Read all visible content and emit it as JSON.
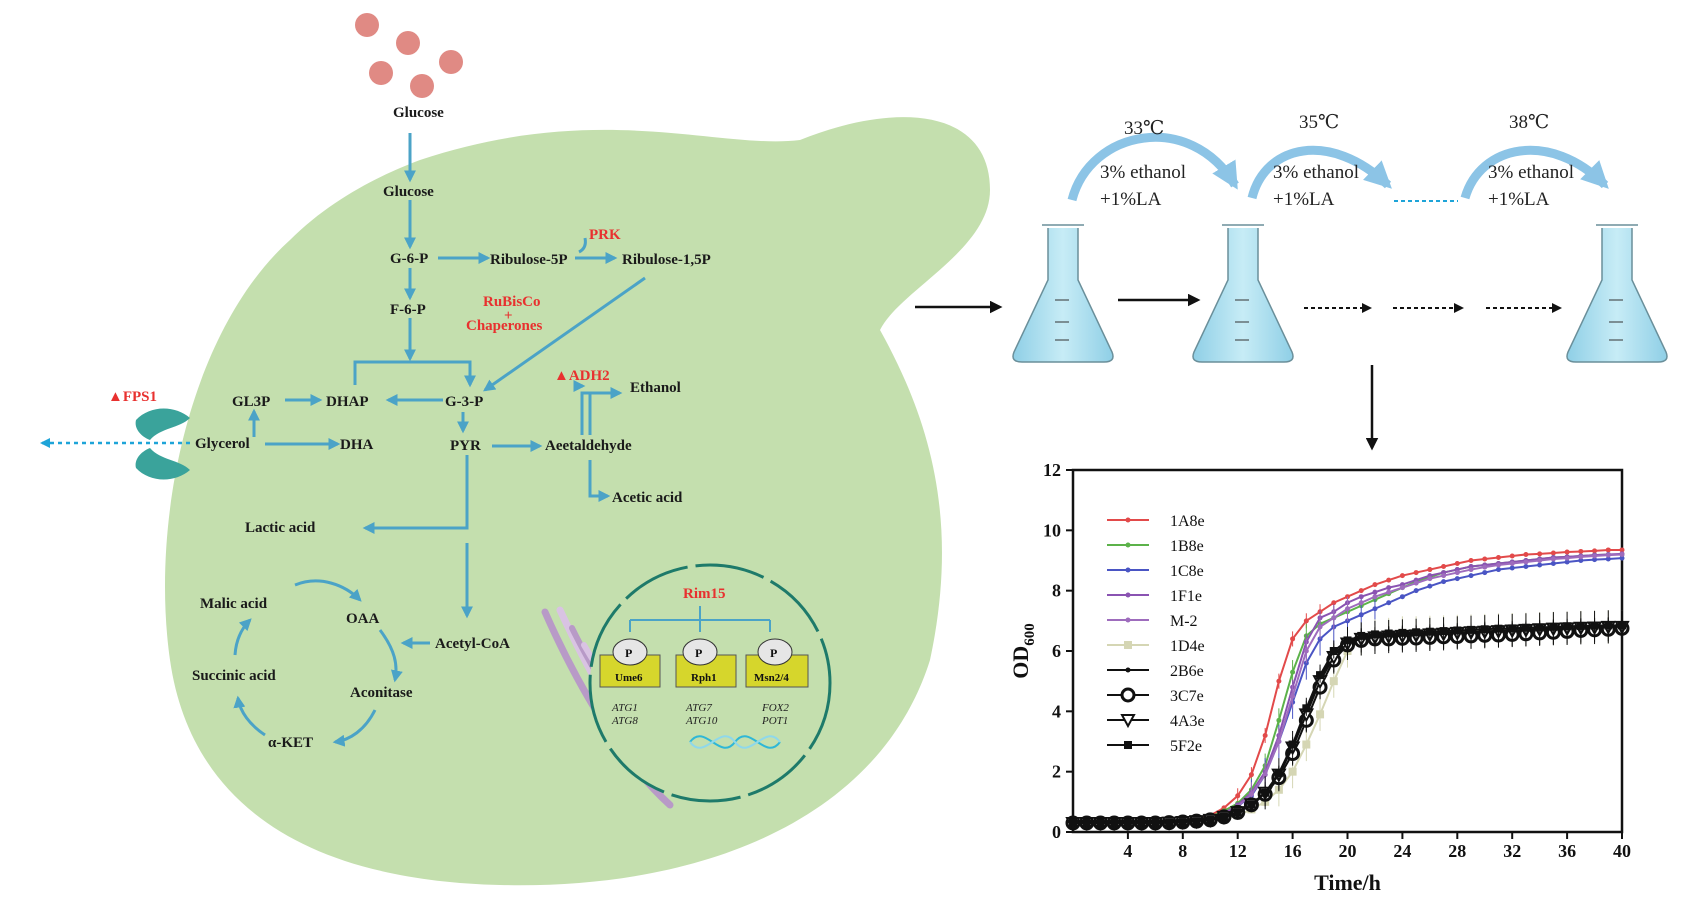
{
  "metabolism": {
    "glucose_outside": "Glucose",
    "glucose": "Glucose",
    "g6p": "G-6-P",
    "ribulose5p": "Ribulose-5P",
    "ribulose15p": "Ribulose-1,5P",
    "f6p": "F-6-P",
    "prk": "PRK",
    "rubisco": "RuBisCo",
    "plus": "+",
    "chaperones": "Chaperones",
    "fps1": "▲FPS1",
    "gl3p": "GL3P",
    "dhap": "DHAP",
    "g3p": "G-3-P",
    "adh2": "▲ADH2",
    "ethanol": "Ethanol",
    "glycerol": "Glycerol",
    "dha": "DHA",
    "pyr": "PYR",
    "acetaldehyde": "Aeetaldehyde",
    "acetic_acid": "Acetic acid",
    "lactic_acid": "Lactic acid",
    "malic_acid": "Malic acid",
    "oaa": "OAA",
    "acetyl_coa": "Acetyl-CoA",
    "succinic_acid": "Succinic acid",
    "aconitase": "Aconitase",
    "a_ket": "α-KET"
  },
  "nucleus": {
    "rim15": "Rim15",
    "p": "P",
    "tfs": [
      "Ume6",
      "Rph1",
      "Msn2/4"
    ],
    "genes": [
      [
        "ATG1",
        "ATG8"
      ],
      [
        "ATG7",
        "ATG10"
      ],
      [
        "FOX2",
        "POT1"
      ]
    ]
  },
  "evolution": {
    "steps": [
      {
        "temp": "33℃",
        "cond1": "3% ethanol",
        "cond2": "+1%LA"
      },
      {
        "temp": "35℃",
        "cond1": "3% ethanol",
        "cond2": "+1%LA"
      },
      {
        "temp": "38℃",
        "cond1": "3% ethanol",
        "cond2": "+1%LA"
      }
    ]
  },
  "colors": {
    "cell": "#c4dfae",
    "flow": "#4ba3c7",
    "red": "#e8312f",
    "flask": "#a9dbec",
    "curved_arrow": "#8cc4e6"
  },
  "chart_data": {
    "type": "line",
    "xlabel": "Time/h",
    "ylabel": "OD600",
    "xlim": [
      0,
      40
    ],
    "ylim": [
      0,
      12
    ],
    "xticks": [
      4,
      8,
      12,
      16,
      20,
      24,
      28,
      32,
      36,
      40
    ],
    "yticks": [
      0,
      2,
      4,
      6,
      8,
      10,
      12
    ],
    "legend_position": "top-left",
    "x": [
      0,
      1,
      2,
      3,
      4,
      5,
      6,
      7,
      8,
      9,
      10,
      11,
      12,
      13,
      14,
      15,
      16,
      17,
      18,
      19,
      20,
      21,
      22,
      23,
      24,
      25,
      26,
      27,
      28,
      29,
      30,
      31,
      32,
      33,
      34,
      35,
      36,
      37,
      38,
      39,
      40
    ],
    "series": [
      {
        "name": "1A8e",
        "color": "#e24a4a",
        "marker": "dot",
        "values": [
          0.3,
          0.3,
          0.3,
          0.3,
          0.3,
          0.3,
          0.3,
          0.35,
          0.4,
          0.45,
          0.55,
          0.8,
          1.2,
          1.9,
          3.2,
          5.0,
          6.4,
          7.0,
          7.3,
          7.6,
          7.8,
          8.0,
          8.2,
          8.35,
          8.5,
          8.6,
          8.7,
          8.8,
          8.9,
          9.0,
          9.05,
          9.1,
          9.15,
          9.2,
          9.22,
          9.25,
          9.28,
          9.3,
          9.32,
          9.35,
          9.35
        ]
      },
      {
        "name": "1B8e",
        "color": "#5cb24a",
        "marker": "dot",
        "values": [
          0.3,
          0.3,
          0.3,
          0.3,
          0.3,
          0.3,
          0.3,
          0.33,
          0.37,
          0.42,
          0.5,
          0.7,
          0.95,
          1.4,
          2.2,
          3.7,
          5.3,
          6.5,
          6.9,
          7.1,
          7.3,
          7.5,
          7.7,
          7.9,
          8.1,
          8.3,
          8.45,
          8.6,
          8.7,
          8.8,
          8.85,
          8.9,
          8.95,
          9.0,
          9.05,
          9.1,
          9.12,
          9.15,
          9.18,
          9.2,
          9.2
        ]
      },
      {
        "name": "1C8e",
        "color": "#4a55c4",
        "marker": "dot",
        "values": [
          0.3,
          0.3,
          0.3,
          0.3,
          0.3,
          0.3,
          0.3,
          0.32,
          0.35,
          0.4,
          0.45,
          0.6,
          0.85,
          1.2,
          1.9,
          3.0,
          4.3,
          5.6,
          6.4,
          6.8,
          7.0,
          7.2,
          7.4,
          7.6,
          7.8,
          8.0,
          8.15,
          8.3,
          8.4,
          8.5,
          8.6,
          8.7,
          8.75,
          8.8,
          8.85,
          8.9,
          8.95,
          9.0,
          9.03,
          9.05,
          9.08
        ]
      },
      {
        "name": "1F1e",
        "color": "#8a53b2",
        "marker": "dot",
        "values": [
          0.3,
          0.3,
          0.3,
          0.3,
          0.3,
          0.3,
          0.3,
          0.32,
          0.35,
          0.4,
          0.47,
          0.62,
          0.9,
          1.3,
          2.0,
          3.2,
          4.8,
          6.3,
          7.1,
          7.3,
          7.6,
          7.8,
          7.95,
          8.1,
          8.2,
          8.35,
          8.5,
          8.6,
          8.7,
          8.8,
          8.85,
          8.9,
          8.95,
          9.0,
          9.05,
          9.1,
          9.12,
          9.15,
          9.18,
          9.2,
          9.22
        ]
      },
      {
        "name": "M-2",
        "color": "#9e6cbd",
        "marker": "dot",
        "values": [
          0.3,
          0.3,
          0.3,
          0.3,
          0.3,
          0.3,
          0.3,
          0.32,
          0.35,
          0.4,
          0.46,
          0.6,
          0.85,
          1.25,
          1.9,
          3.0,
          4.5,
          6.0,
          6.8,
          7.1,
          7.4,
          7.6,
          7.8,
          7.95,
          8.1,
          8.25,
          8.4,
          8.5,
          8.6,
          8.7,
          8.78,
          8.85,
          8.9,
          8.95,
          9.0,
          9.05,
          9.08,
          9.12,
          9.15,
          9.18,
          9.2
        ]
      },
      {
        "name": "1D4e",
        "color": "#d5d6b4",
        "marker": "square",
        "values": [
          0.3,
          0.3,
          0.3,
          0.3,
          0.3,
          0.3,
          0.3,
          0.3,
          0.32,
          0.34,
          0.38,
          0.45,
          0.55,
          0.75,
          1.0,
          1.4,
          2.0,
          2.9,
          3.9,
          5.0,
          6.0,
          6.4,
          6.5,
          6.55,
          6.6,
          6.6,
          6.62,
          6.63,
          6.65,
          6.66,
          6.68,
          6.7,
          6.71,
          6.72,
          6.74,
          6.75,
          6.76,
          6.78,
          6.79,
          6.8,
          6.8
        ]
      },
      {
        "name": "2B6e",
        "color": "#111111",
        "marker": "dot",
        "values": [
          0.3,
          0.3,
          0.3,
          0.3,
          0.3,
          0.3,
          0.3,
          0.31,
          0.33,
          0.36,
          0.4,
          0.5,
          0.65,
          0.9,
          1.3,
          1.9,
          2.8,
          4.0,
          5.1,
          5.9,
          6.3,
          6.45,
          6.5,
          6.52,
          6.55,
          6.56,
          6.58,
          6.6,
          6.62,
          6.63,
          6.65,
          6.67,
          6.68,
          6.7,
          6.71,
          6.72,
          6.74,
          6.75,
          6.77,
          6.78,
          6.8
        ]
      },
      {
        "name": "3C7e",
        "color": "#111111",
        "marker": "circle",
        "values": [
          0.3,
          0.3,
          0.3,
          0.3,
          0.3,
          0.3,
          0.3,
          0.31,
          0.33,
          0.36,
          0.4,
          0.5,
          0.65,
          0.9,
          1.25,
          1.8,
          2.6,
          3.7,
          4.8,
          5.7,
          6.2,
          6.35,
          6.4,
          6.4,
          6.42,
          6.43,
          6.45,
          6.47,
          6.48,
          6.5,
          6.52,
          6.53,
          6.55,
          6.57,
          6.6,
          6.62,
          6.65,
          6.68,
          6.7,
          6.72,
          6.75
        ]
      },
      {
        "name": "4A3e",
        "color": "#111111",
        "marker": "triangle",
        "values": [
          0.3,
          0.3,
          0.3,
          0.3,
          0.3,
          0.3,
          0.3,
          0.31,
          0.33,
          0.36,
          0.4,
          0.5,
          0.66,
          0.92,
          1.3,
          1.9,
          2.8,
          3.9,
          5.0,
          5.8,
          6.25,
          6.4,
          6.45,
          6.48,
          6.5,
          6.52,
          6.55,
          6.57,
          6.6,
          6.62,
          6.64,
          6.66,
          6.68,
          6.7,
          6.72,
          6.74,
          6.75,
          6.77,
          6.78,
          6.8,
          6.8
        ]
      },
      {
        "name": "5F2e",
        "color": "#111111",
        "marker": "filled-square",
        "values": [
          0.3,
          0.3,
          0.3,
          0.3,
          0.3,
          0.3,
          0.3,
          0.31,
          0.33,
          0.36,
          0.4,
          0.5,
          0.66,
          0.92,
          1.3,
          1.95,
          2.9,
          4.1,
          5.2,
          6.0,
          6.35,
          6.5,
          6.55,
          6.58,
          6.6,
          6.62,
          6.64,
          6.66,
          6.68,
          6.7,
          6.72,
          6.74,
          6.75,
          6.77,
          6.78,
          6.8,
          6.82,
          6.83,
          6.84,
          6.85,
          6.85
        ]
      }
    ]
  }
}
